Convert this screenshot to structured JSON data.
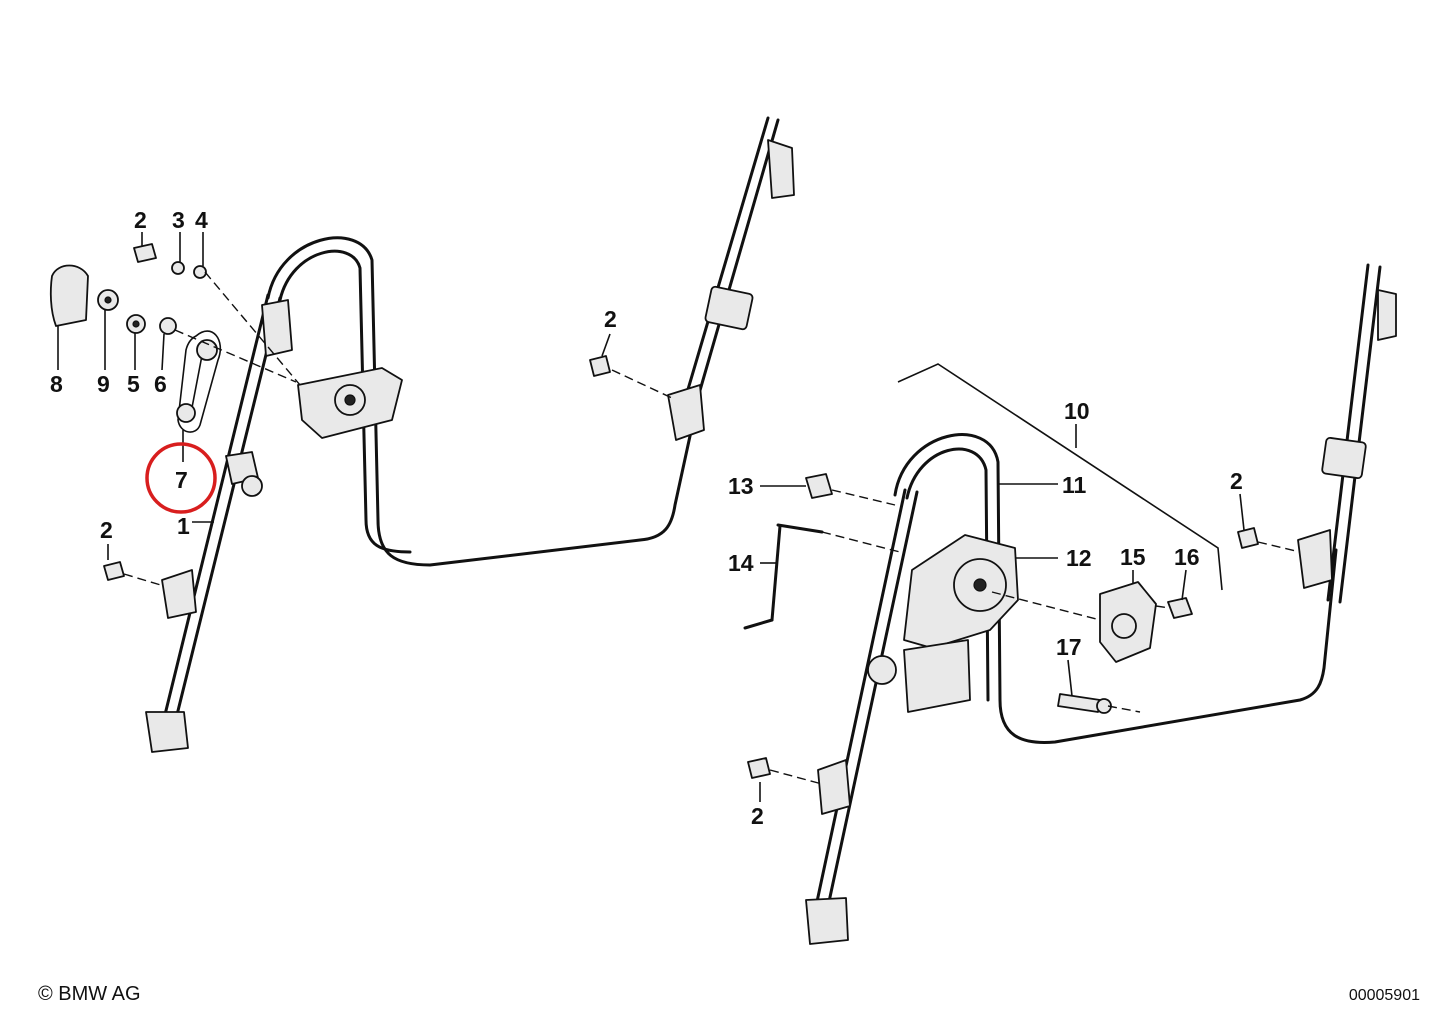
{
  "callouts": {
    "c2_tl": "2",
    "c3": "3",
    "c4": "4",
    "c8": "8",
    "c9": "9",
    "c5": "5",
    "c6": "6",
    "c7": "7",
    "c1": "1",
    "c2_bl": "2",
    "c2_mid": "2",
    "c10": "10",
    "c11": "11",
    "c12": "12",
    "c13": "13",
    "c14": "14",
    "c15": "15",
    "c16": "16",
    "c17": "17",
    "c2_right": "2",
    "c2_bottom": "2"
  },
  "highlight": {
    "part_number": "7",
    "color": "#d81e1e"
  },
  "footer": {
    "copyright": "© BMW AG",
    "diagram_id": "00005901"
  }
}
